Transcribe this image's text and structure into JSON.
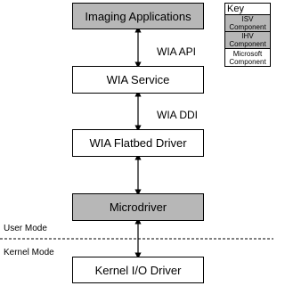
{
  "colors": {
    "isv_fill": "#b7b7b7",
    "ihv_fill": "#b7b7b7",
    "microsoft_fill": "#ffffff",
    "stroke": "#000000"
  },
  "boxes": {
    "imaging_applications": "Imaging Applications",
    "wia_service": "WIA Service",
    "wia_flatbed_driver": "WIA Flatbed Driver",
    "microdriver": "Microdriver",
    "kernel_io_driver": "Kernel I/O Driver"
  },
  "interfaces": {
    "wia_api": "WIA API",
    "wia_ddi": "WIA DDI"
  },
  "modes": {
    "user_mode": "User Mode",
    "kernel_mode": "Kernel Mode"
  },
  "key": {
    "title": "Key",
    "isv": [
      "ISV",
      "Component"
    ],
    "ihv": [
      "IHV",
      "Component"
    ],
    "microsoft": [
      "Microsoft",
      "Component"
    ]
  }
}
